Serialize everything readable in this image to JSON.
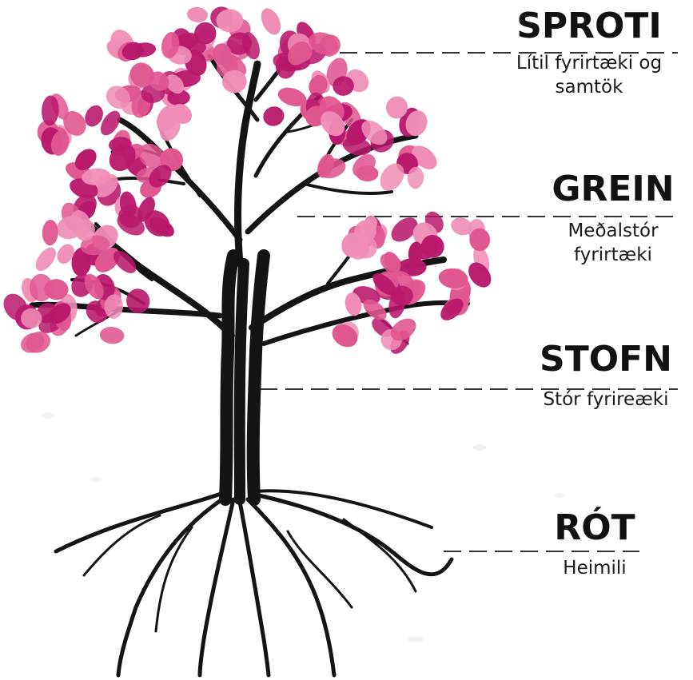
{
  "colors": {
    "leaf_primary": "#b8186b",
    "leaf_light": "#e0568f",
    "leaf_pale": "#ef8db6",
    "branch": "#141414",
    "leader_line": "#333333",
    "background": "#ffffff"
  },
  "tiers": [
    {
      "title": "SPROTI",
      "description": "Lítil fyrirtæki og\nsamtök"
    },
    {
      "title": "GREIN",
      "description": "Meðalstór\nfyrirtæki"
    },
    {
      "title": "STOFN",
      "description": "Stór fyrireæki"
    },
    {
      "title": "RÓT",
      "description": "Heimili"
    }
  ]
}
